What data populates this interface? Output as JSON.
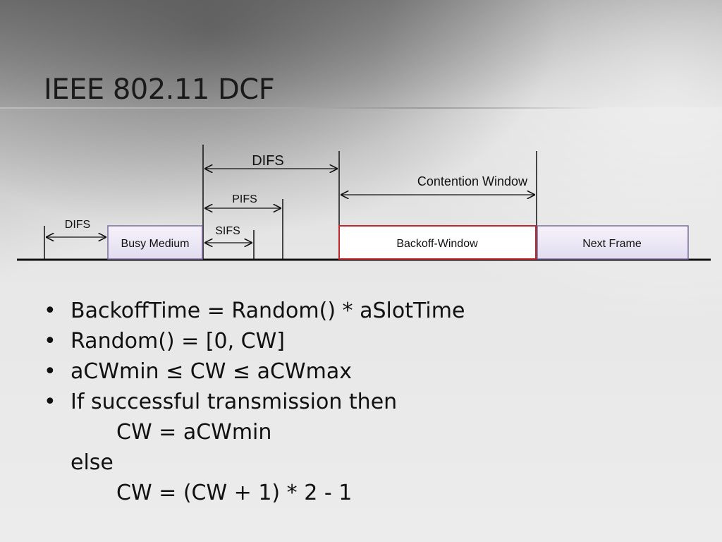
{
  "slide": {
    "title": "IEEE 802.11 DCF"
  },
  "diagram": {
    "labels": {
      "difs_top": "DIFS",
      "contention_window": "Contention Window",
      "pifs": "PIFS",
      "difs_left": "DIFS",
      "sifs": "SIFS",
      "busy_medium": "Busy Medium",
      "backoff_window": "Backoff-Window",
      "next_frame": "Next Frame"
    },
    "colors": {
      "frame_fill": "#ece8f5",
      "frame_border": "#7d6b9e",
      "backoff_border": "#c0272d",
      "backoff_fill": "#ffffff"
    }
  },
  "bullets": {
    "items": [
      "BackoffTime = Random() * aSlotTime",
      "Random() = [0, CW]",
      "aCWmin ≤ CW ≤ aCWmax",
      "If successful transmission then"
    ],
    "continuation": [
      "CW = aCWmin",
      "else",
      "CW = (CW + 1) * 2 - 1"
    ],
    "bullet_glyph": "•"
  }
}
